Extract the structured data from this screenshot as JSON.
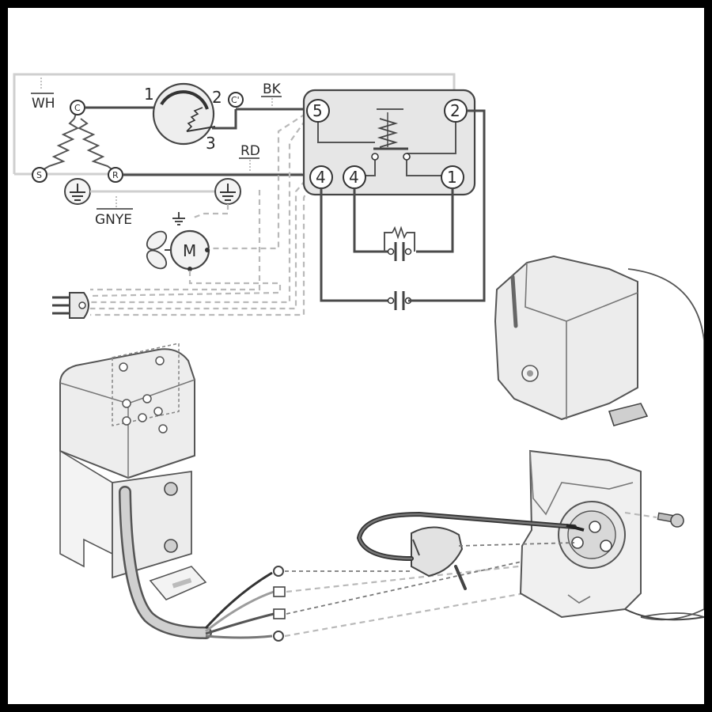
{
  "labels": {
    "wh": "WH",
    "bk": "BK",
    "rd": "RD",
    "gnye": "GNYE",
    "motor": "M"
  },
  "compressor_terminals": {
    "common": "C",
    "start": "S",
    "run": "R"
  },
  "protector": {
    "pin1": "1",
    "pin2": "2",
    "pin3": "3",
    "c_prime": "C'"
  },
  "relay_terminals": {
    "t5": "5",
    "t2": "2",
    "t4a": "4",
    "t4b": "4",
    "t1": "1"
  },
  "colors": {
    "frame": "#000000",
    "background": "#ffffff",
    "wire": "#4a4a4a",
    "dashed_wire": "#b9b9b9"
  }
}
